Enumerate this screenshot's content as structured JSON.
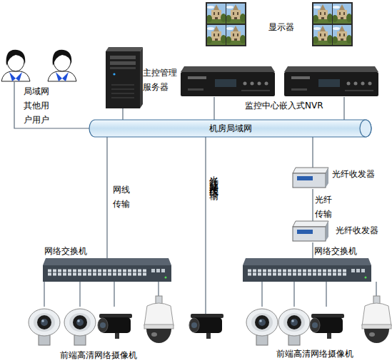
{
  "diagram": {
    "nodes": [
      {
        "text": [
          "局域网 其他用 户用户"
        ]
      },
      {
        "text": [
          "主控管理 服务器"
        ]
      },
      {
        "text": [
          "监控中心嵌入式NVR"
        ]
      },
      {
        "text": [
          "机房局域网"
        ]
      },
      {
        "text": [
          "光纤收发器"
        ]
      },
      {
        "text": [
          "光纤收发器"
        ]
      },
      {
        "text": [
          "网络交换机"
        ]
      },
      {
        "text": [
          "网络交换机"
        ]
      },
      {
        "text": [
          "前端高清网络摄像机"
        ]
      },
      {
        "text": [
          "前端高清网络摄像机"
        ]
      }
    ],
    "edges": [
      {
        "from": 0,
        "to": 3,
        "arrow": "none"
      },
      {
        "from": 1,
        "to": 3,
        "arrow": "none"
      },
      {
        "from": 2,
        "to": 3,
        "arrow": "none"
      },
      {
        "from": 2,
        "to": 3,
        "arrow": "none"
      },
      {
        "from": 3,
        "to": 6,
        "arrow": "none",
        "label": "网线 传输"
      },
      {
        "from": 3,
        "to": 4,
        "arrow": "none"
      },
      {
        "from": 4,
        "to": 5,
        "arrow": "none",
        "label": "光纤 传输"
      },
      {
        "from": 5,
        "to": 7,
        "arrow": "none"
      },
      {
        "from": 6,
        "to": 8,
        "arrow": "none"
      },
      {
        "from": 6,
        "to": 8,
        "arrow": "none"
      },
      {
        "from": 6,
        "to": 8,
        "arrow": "none"
      },
      {
        "from": 6,
        "to": 8,
        "arrow": "none"
      },
      {
        "from": 7,
        "to": 9,
        "arrow": "none"
      },
      {
        "from": 7,
        "to": 9,
        "arrow": "none"
      },
      {
        "from": 7,
        "to": 9,
        "arrow": "none"
      },
      {
        "from": 7,
        "to": 9,
        "arrow": "none"
      }
    ],
    "labels": [
      "显示器",
      "光纤或是网线传输"
    ]
  }
}
